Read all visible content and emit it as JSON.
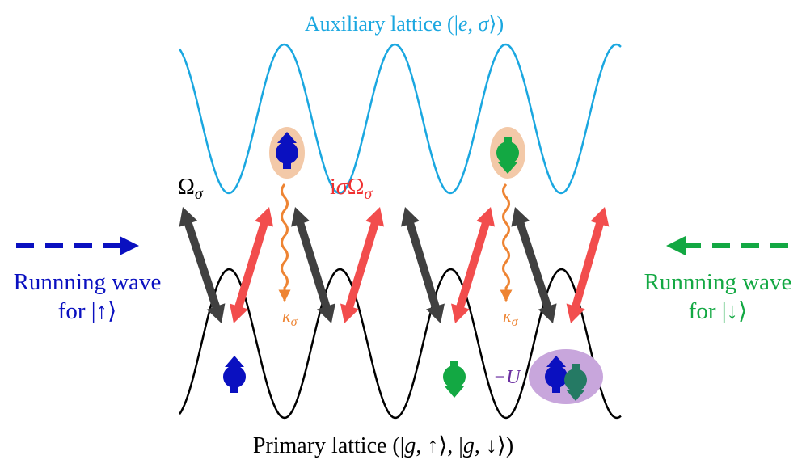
{
  "labels": {
    "auxiliary_prefix": "Auxiliary lattice (|",
    "auxiliary_state": "e",
    "auxiliary_comma": ", ",
    "auxiliary_sigma": "σ",
    "auxiliary_suffix": "⟩)",
    "primary_prefix": "Primary lattice (|",
    "primary_g1": "g",
    "primary_mid1": ", ↑⟩, |",
    "primary_g2": "g",
    "primary_suffix": ", ↓⟩)",
    "omega_black_base": "Ω",
    "omega_black_sub": "σ",
    "omega_red_pre": "i",
    "omega_red_sigma": "σ",
    "omega_red_base": "Ω",
    "omega_red_sub": "σ",
    "kappa_left_base": "κ",
    "kappa_left_sub": "σ",
    "kappa_right_base": "κ",
    "kappa_right_sub": "σ",
    "interaction": "−U",
    "left_wave_line1": "Runnning wave",
    "left_wave_line2": "for |↑⟩",
    "right_wave_line1": "Runnning wave",
    "right_wave_line2": "for |↓⟩"
  },
  "colors": {
    "auxiliary_lattice": "#1aa7e0",
    "primary_lattice": "#000000",
    "spin_up": "#0a10c0",
    "spin_down": "#13a843",
    "spin_down_dark": "#257a64",
    "coupling_black": "#404040",
    "coupling_red": "#f24d4d",
    "decay": "#ee8433",
    "excited_halo": "#f3c9a8",
    "interaction_halo": "#c8a6dc",
    "interaction_text": "#6a2ea0"
  }
}
